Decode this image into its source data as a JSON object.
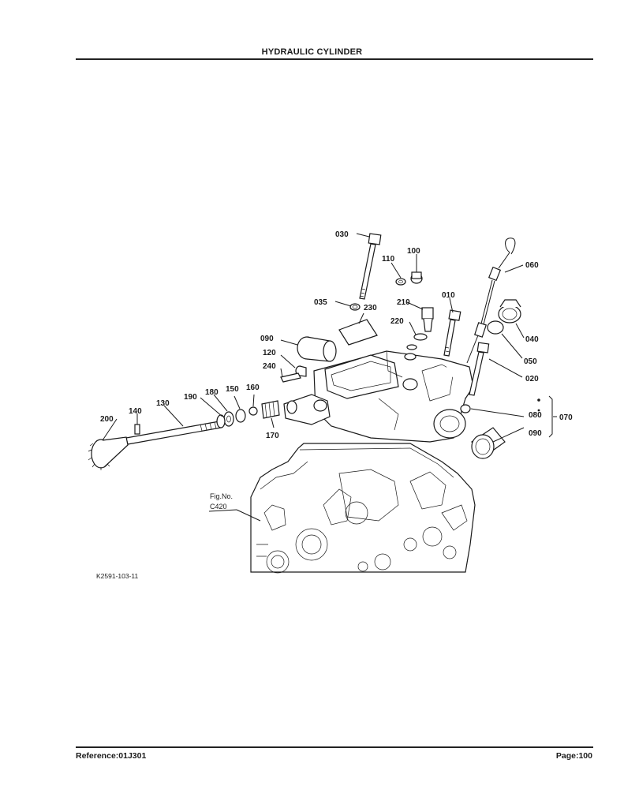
{
  "header": {
    "title": "HYDRAULIC CYLINDER"
  },
  "footer": {
    "reference": "Reference:01J301",
    "page": "Page:100"
  },
  "diagram": {
    "image_code": "K2591-103-11",
    "fig_ref_line1": "Fig.No.",
    "fig_ref_line2": "C420",
    "part_labels": {
      "p030": "030",
      "p100": "100",
      "p110": "110",
      "p060": "060",
      "p035": "035",
      "p230": "230",
      "p210": "210",
      "p010": "010",
      "p220": "220",
      "p040": "040",
      "p090a": "090",
      "p050": "050",
      "p120": "120",
      "p240": "240",
      "p020": "020",
      "p190": "190",
      "p180": "180",
      "p150": "150",
      "p160": "160",
      "p130": "130",
      "p140": "140",
      "p200": "200",
      "p170": "170",
      "p080": "080",
      "p070": "070",
      "p090b": "090"
    }
  }
}
